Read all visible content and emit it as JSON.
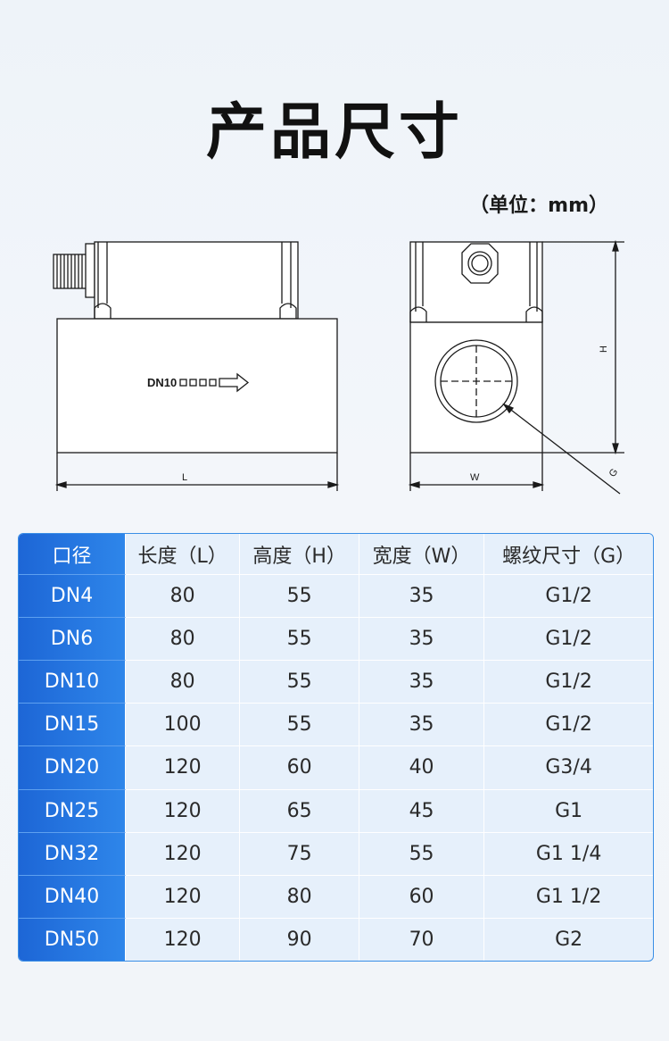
{
  "title": "产品尺寸",
  "unit_note": "（单位：mm）",
  "drawing": {
    "flow_label": "DN10",
    "dim_length": "L",
    "dim_height": "H",
    "dim_width": "W",
    "dim_thread": "G"
  },
  "table": {
    "headers": [
      "口径",
      "长度（L）",
      "高度（H）",
      "宽度（W）",
      "螺纹尺寸（G）"
    ],
    "rows": [
      [
        "DN4",
        "80",
        "55",
        "35",
        "G1/2"
      ],
      [
        "DN6",
        "80",
        "55",
        "35",
        "G1/2"
      ],
      [
        "DN10",
        "80",
        "55",
        "35",
        "G1/2"
      ],
      [
        "DN15",
        "100",
        "55",
        "35",
        "G1/2"
      ],
      [
        "DN20",
        "120",
        "60",
        "40",
        "G3/4"
      ],
      [
        "DN25",
        "120",
        "65",
        "45",
        "G1"
      ],
      [
        "DN32",
        "120",
        "75",
        "55",
        "G1 1/4"
      ],
      [
        "DN40",
        "120",
        "80",
        "60",
        "G1 1/2"
      ],
      [
        "DN50",
        "120",
        "90",
        "70",
        "G2"
      ]
    ]
  }
}
